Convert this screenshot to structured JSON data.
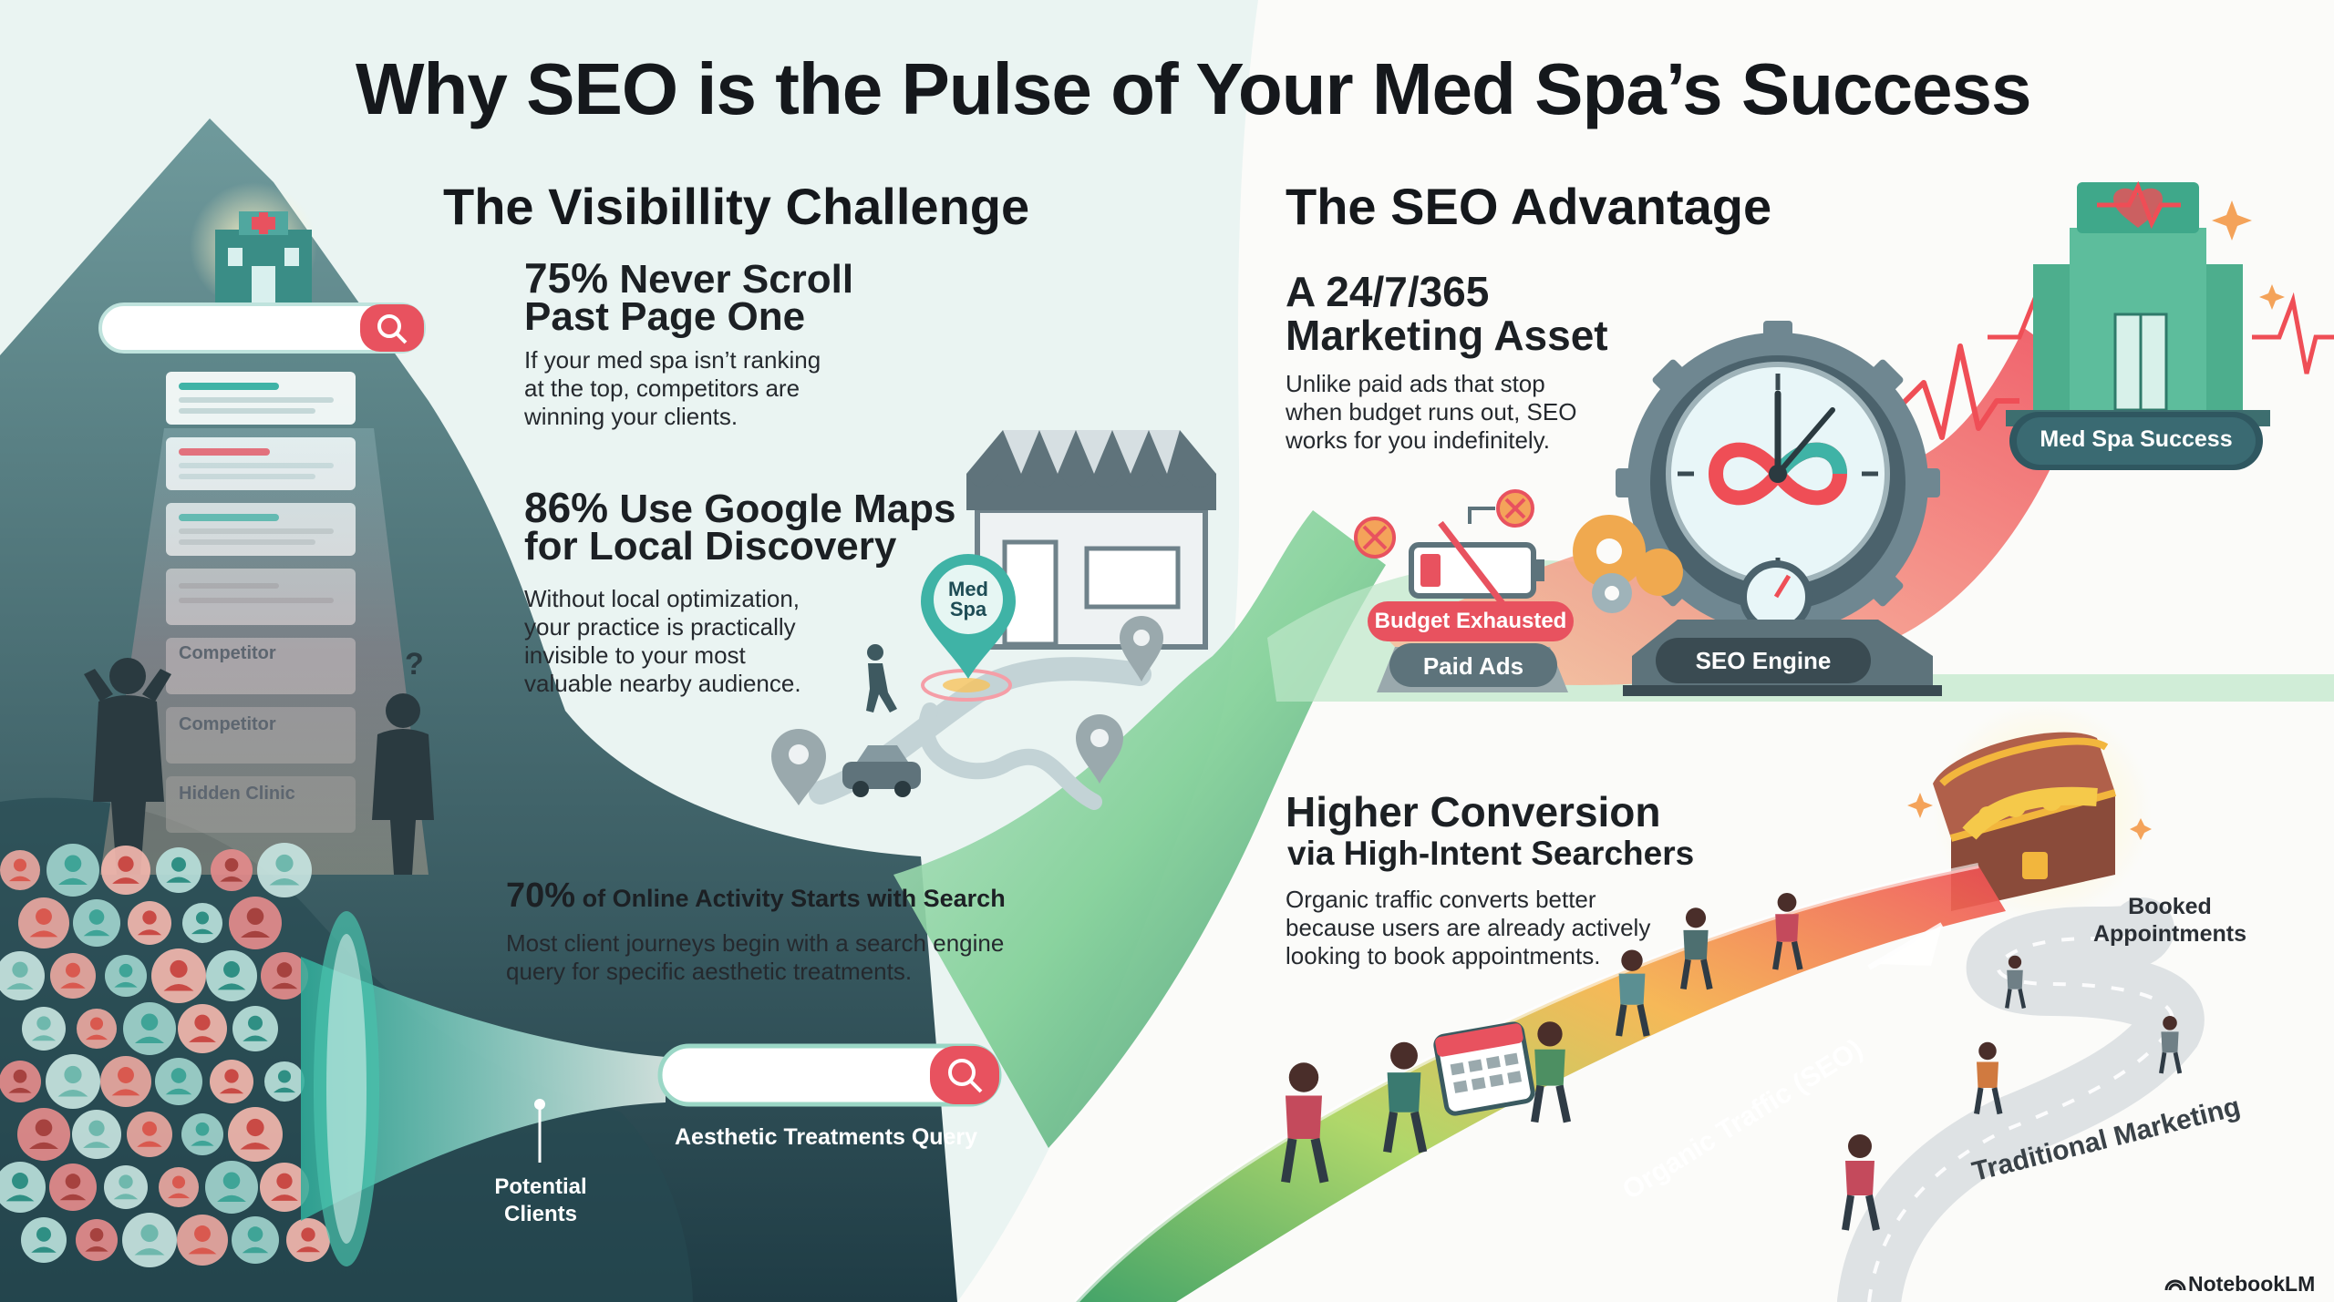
{
  "title": "Why SEO is the Pulse of Your Med Spa’s Success",
  "left": {
    "heading": "The Visibillity Challenge",
    "stat1": {
      "value": "75%",
      "headline": "Never Scroll",
      "headline2": "Past Page One",
      "body": [
        "If your med spa isn’t ranking",
        "at the top, competitors are",
        "winning your clients."
      ]
    },
    "stat2": {
      "value": "86%",
      "headline": "Use Google Maps",
      "headline2": "for Local Discovery",
      "body": [
        "Without local optimization,",
        "your practice is practically",
        "invisible to your most",
        "valuable nearby audience."
      ]
    },
    "stat3": {
      "value": "70%",
      "headline": "of Online Activity Starts with Search",
      "body": [
        "Most client journeys begin with a search engine",
        "query for specific aesthetic treatments."
      ]
    },
    "result_labels": [
      "Competitor",
      "Competitor",
      "Hidden Clinic"
    ],
    "map_pin_label": "Med Spa",
    "funnel_label_1": "Potential",
    "funnel_label_2": "Clients",
    "query_label": "Aesthetic Treatments Query"
  },
  "right": {
    "heading": "The SEO Advantage",
    "asset": {
      "headline": "A 24/7/365",
      "headline2": "Marketing Asset",
      "body": [
        "Unlike paid ads that stop",
        "when budget runs out, SEO",
        "works for you indefinitely."
      ]
    },
    "budget_label": "Budget Exhausted",
    "paid_ads_label": "Paid Ads",
    "engine_label": "SEO Engine",
    "success_label": "Med Spa Success",
    "conversion": {
      "headline": "Higher Conversion",
      "headline2": "via High-Intent Searchers",
      "body": [
        "Organic traffic converts better",
        "because users are already actively",
        "looking to book appointments."
      ]
    },
    "booked_1": "Booked",
    "booked_2": "Appointments",
    "organic_label": "Organic Traffic (SEO)",
    "traditional_label": "Traditional Marketing"
  },
  "brand": "NotebookLM",
  "colors": {
    "teal": "#3fb3a6",
    "coral": "#e8525f",
    "dark": "#2f4750",
    "green": "#62b86a"
  }
}
